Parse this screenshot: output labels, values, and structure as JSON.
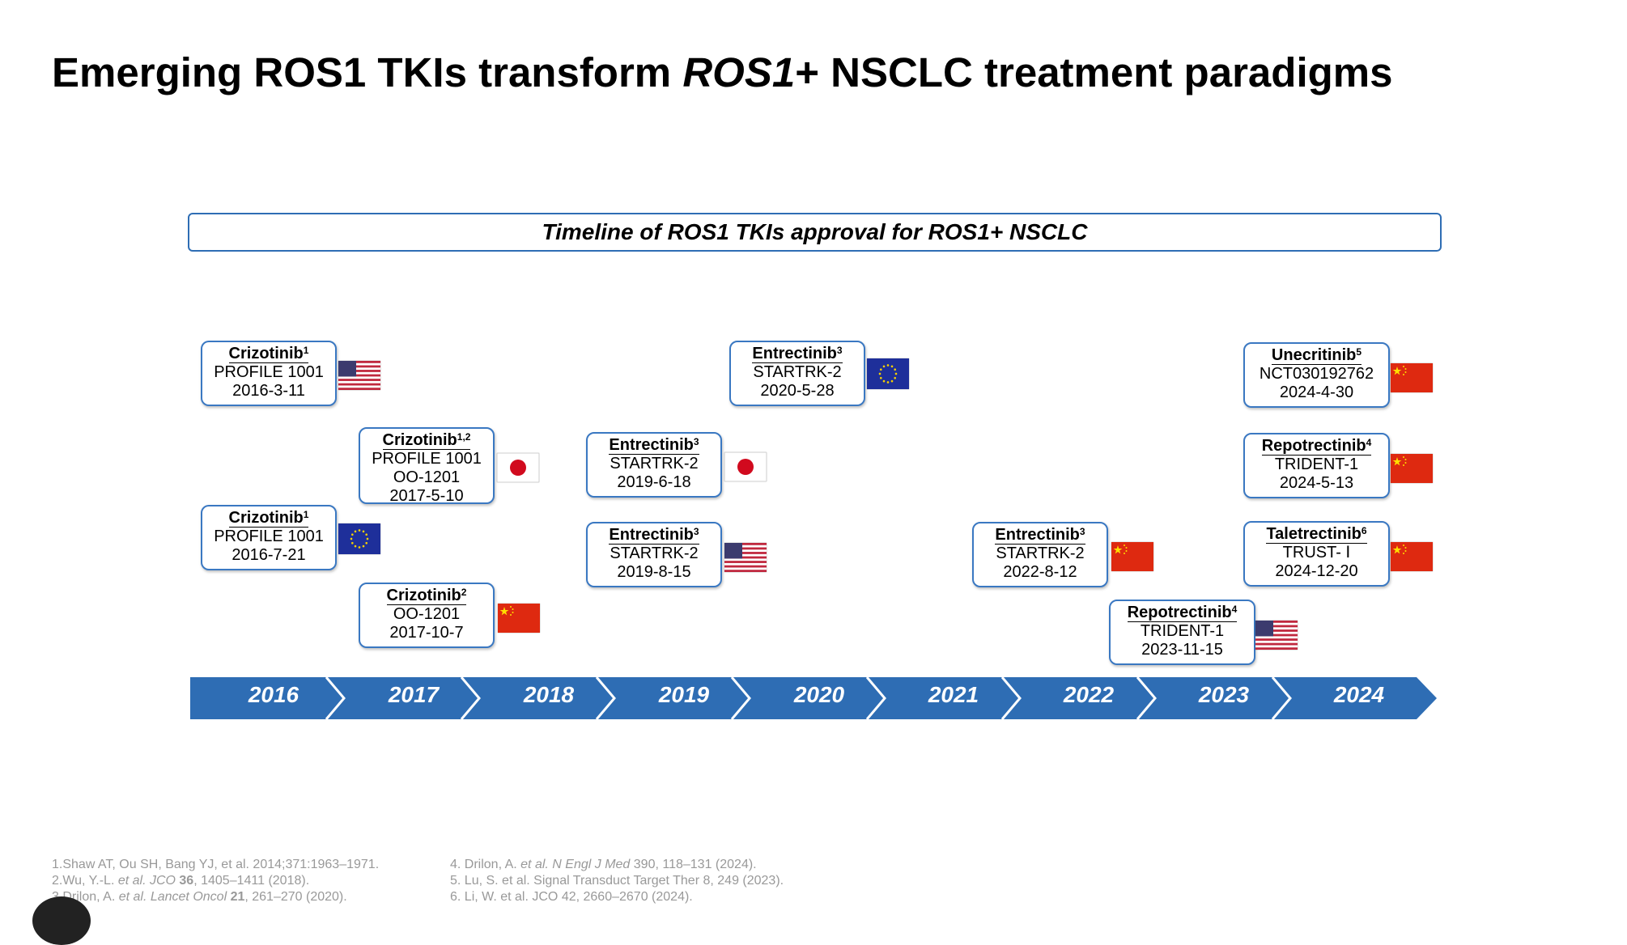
{
  "title": {
    "pre": "Emerging ROS1 TKIs transform ",
    "italic": "ROS1",
    "post": "+ NSCLC treatment paradigms"
  },
  "banner": "Timeline of ROS1 TKIs approval for ROS1+ NSCLC",
  "years": [
    "2016",
    "2017",
    "2018",
    "2019",
    "2020",
    "2021",
    "2022",
    "2023",
    "2024"
  ],
  "approvals": [
    {
      "drug": "Crizotinib",
      "sup": "1",
      "trial": "PROFILE 1001",
      "date": "2016-3-11",
      "flag": "us-flag-icon"
    },
    {
      "drug": "Crizotinib",
      "sup": "1",
      "trial": "PROFILE 1001",
      "date": "2016-7-21",
      "flag": "eu-flag-icon"
    },
    {
      "drug": "Crizotinib",
      "sup": "1,2",
      "trial": "PROFILE 1001",
      "trial2": "OO-1201",
      "date": "2017-5-10",
      "flag": "japan-flag-icon"
    },
    {
      "drug": "Crizotinib",
      "sup": "2",
      "trial": "OO-1201",
      "date": "2017-10-7",
      "flag": "china-flag-icon"
    },
    {
      "drug": "Entrectinib",
      "sup": "3",
      "trial": "STARTRK-2",
      "date": "2019-6-18",
      "flag": "japan-flag-icon"
    },
    {
      "drug": "Entrectinib",
      "sup": "3",
      "trial": "STARTRK-2",
      "date": "2019-8-15",
      "flag": "us-flag-icon"
    },
    {
      "drug": "Entrectinib",
      "sup": "3",
      "trial": "STARTRK-2",
      "date": "2020-5-28",
      "flag": "eu-flag-icon"
    },
    {
      "drug": "Entrectinib",
      "sup": "3",
      "trial": "STARTRK-2",
      "date": "2022-8-12",
      "flag": "china-flag-icon"
    },
    {
      "drug": "Repotrectinib",
      "sup": "4",
      "trial": "TRIDENT-1",
      "date": "2023-11-15",
      "flag": "us-flag-icon"
    },
    {
      "drug": "Unecritinib",
      "sup": "5",
      "trial": "NCT030192762",
      "date": "2024-4-30",
      "flag": "china-flag-icon"
    },
    {
      "drug": "Repotrectinib",
      "sup": "4",
      "trial": "TRIDENT-1",
      "date": "2024-5-13",
      "flag": "china-flag-icon"
    },
    {
      "drug": "Taletrectinib",
      "sup": "6",
      "trial": "TRUST- Ⅰ",
      "date": "2024-12-20",
      "flag": "china-flag-icon"
    }
  ],
  "references": {
    "r1": "1.Shaw AT, Ou SH, Bang YJ, et al. 2014;371:1963–1971.",
    "r2a": "2.Wu, Y.-L. ",
    "r2b": "et al. JCO ",
    "r2c": "36",
    "r2d": ", 1405–1411 (2018).",
    "r3a": "3.Drilon, A. ",
    "r3b": "et al. Lancet Oncol ",
    "r3c": "21",
    "r3d": ", 261–270 (2020).",
    "r4a": "4. Drilon, A. ",
    "r4b": "et al. N Engl J Med ",
    "r4c": "390, 118–131 (2024).",
    "r5": "5. Lu, S. et al. Signal Transduct Target Ther 8, 249 (2023).",
    "r6": "6. Li, W. et al. JCO 42, 2660–2670 (2024)."
  },
  "colors": {
    "accent": "#2e6db4",
    "box_border": "#3a78c2",
    "ref_text": "#999999"
  }
}
